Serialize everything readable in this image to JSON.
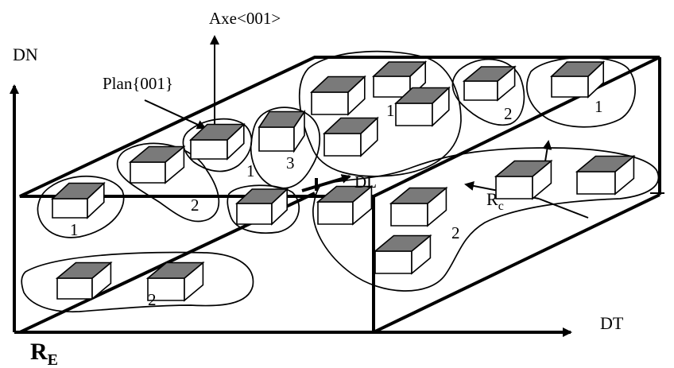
{
  "labels": {
    "dn": "DN",
    "axe": "Axe<001>",
    "plan": "Plan{001}",
    "dl": "DL",
    "dt": "DT",
    "re_main": "R",
    "re_sub": "E",
    "rc_main": "R",
    "rc_sub": "c"
  },
  "group_numbers": [
    "1",
    "2",
    "1",
    "3",
    "1",
    "2",
    "1",
    "2",
    "2"
  ],
  "grains": [
    {
      "role": "cubic grain",
      "orientation_family": 1
    },
    {
      "role": "cubic grain",
      "orientation_family": 2
    },
    {
      "role": "cubic grain",
      "orientation_family": 2
    },
    {
      "role": "cubic grain",
      "orientation_family": 2
    },
    {
      "role": "cubic grain",
      "orientation_family": 2
    }
  ],
  "colors": {
    "line": "#000000",
    "grain_top_fill": "#7a7a7a",
    "background": "#ffffff"
  }
}
